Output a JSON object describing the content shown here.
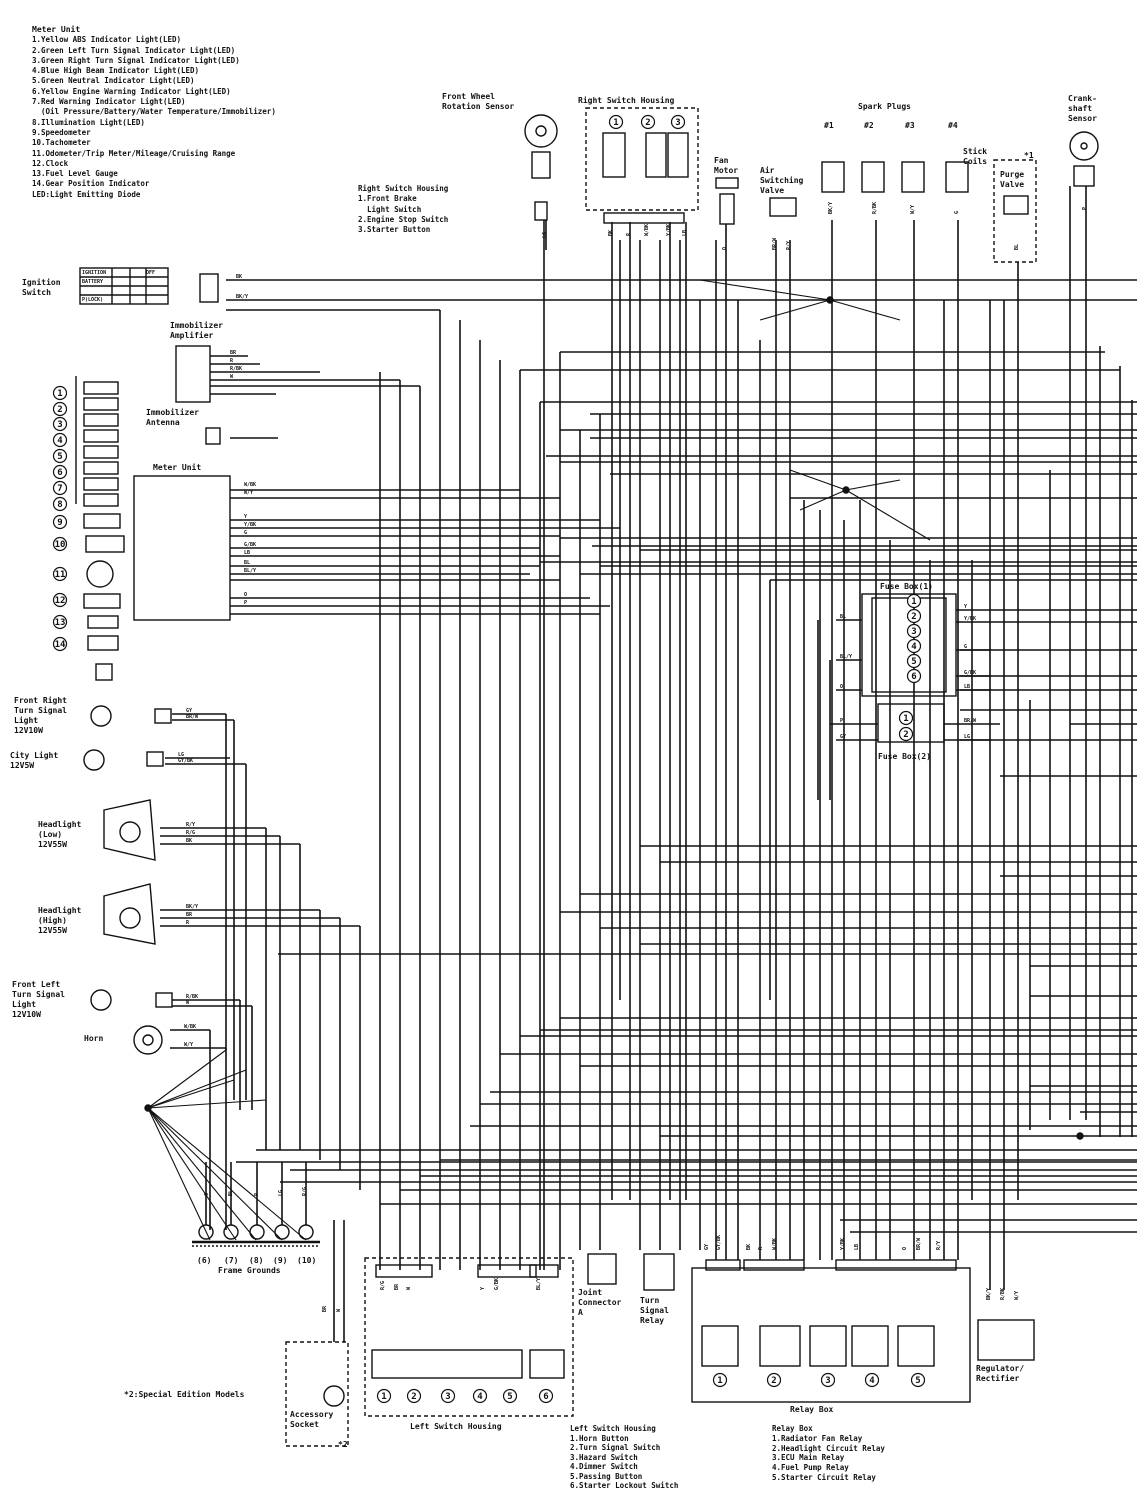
{
  "meter_legend": {
    "title": "Meter Unit",
    "items": [
      "1.Yellow ABS Indicator Light(LED)",
      "2.Green Left Turn Signal Indicator Light(LED)",
      "3.Green Right Turn Signal Indicator Light(LED)",
      "4.Blue High Beam Indicator Light(LED)",
      "5.Green Neutral Indicator Light(LED)",
      "6.Yellow Engine Warning Indicator Light(LED)",
      "7.Red Warning Indicator Light(LED)",
      "  (Oil Pressure/Battery/Water Temperature/Immobilizer)",
      "8.Illumination Light(LED)",
      "9.Speedometer",
      "10.Tachometer",
      "11.Odometer/Trip Meter/Mileage/Cruising Range",
      "12.Clock",
      "13.Fuel Level Gauge",
      "14.Gear Position Indicator",
      "LED:Light Emitting Diode"
    ]
  },
  "labels": {
    "ignition_switch": "Ignition\nSwitch",
    "immobilizer_amplifier": "Immobilizer\nAmplifier",
    "immobilizer_antenna": "Immobilizer\nAntenna",
    "meter_unit": "Meter Unit",
    "front_wheel_sensor": "Front Wheel\nRotation Sensor",
    "right_switch_housing_top": "Right Switch Housing",
    "fan_motor": "Fan\nMotor",
    "air_switching_valve": "Air\nSwitching\nValve",
    "spark_plugs": "Spark Plugs",
    "stick_coils": "Stick\nCoils",
    "purge_valve": "Purge\nValve",
    "crankshaft_sensor": "Crank-\nshaft\nSensor",
    "fuse_box_1": "Fuse Box(1)",
    "fuse_box_2": "Fuse Box(2)",
    "front_right_turn": "Front Right\nTurn Signal\nLight\n12V10W",
    "city_light": "City Light\n12V5W",
    "headlight_low": "Headlight\n(Low)\n12V55W",
    "headlight_high": "Headlight\n(High)\n12V55W",
    "front_left_turn": "Front Left\nTurn Signal\nLight\n12V10W",
    "horn": "Horn",
    "frame_grounds": "Frame Grounds",
    "joint_connector": "Joint\nConnector\nA",
    "turn_signal_relay": "Turn\nSignal\nRelay",
    "relay_box": "Relay Box",
    "regulator": "Regulator/\nRectifier",
    "special_edition": "*2:Special Edition Models",
    "accessory_socket": "Accessory\nSocket",
    "left_switch_housing": "Left Switch Housing",
    "star1": "*1",
    "star2": "*2"
  },
  "right_switch_legend": {
    "title": "Right Switch Housing",
    "items": [
      "1.Front Brake",
      "  Light Switch",
      "2.Engine Stop Switch",
      "3.Starter Button"
    ]
  },
  "left_switch_legend": {
    "title": "Left Switch Housing",
    "items": [
      "1.Horn Button",
      "2.Turn Signal Switch",
      "3.Hazard Switch",
      "4.Dimmer Switch",
      "5.Passing Button",
      "6.Starter Lockout Switch"
    ]
  },
  "relay_legend": {
    "title": "Relay Box",
    "items": [
      "1.Radiator Fan Relay",
      "2.Headlight Circuit Relay",
      "3.ECU Main Relay",
      "4.Fuel Pump Relay",
      "5.Starter Circuit Relay"
    ]
  },
  "spark_plug_numbers": [
    "#1",
    "#2",
    "#3",
    "#4"
  ],
  "frame_ground_numbers": [
    "(6)",
    "(7)",
    "(8)",
    "(9)",
    "(10)"
  ],
  "meter_callouts": [
    "1",
    "2",
    "3",
    "4",
    "5",
    "6",
    "7",
    "8",
    "9",
    "10",
    "11",
    "12",
    "13",
    "14"
  ],
  "wire_colors": [
    "BK",
    "BK/Y",
    "BR",
    "R",
    "R/BK",
    "W",
    "W/BK",
    "W/Y",
    "Y",
    "Y/BK",
    "G",
    "G/BK",
    "LB",
    "BL",
    "BL/Y",
    "O",
    "P",
    "GY",
    "BR/W",
    "LG",
    "GY/BK",
    "R/Y",
    "R/G"
  ],
  "ign_positions": [
    "OFF",
    "IGNITION",
    "BATTERY",
    "P(LOCK)"
  ]
}
